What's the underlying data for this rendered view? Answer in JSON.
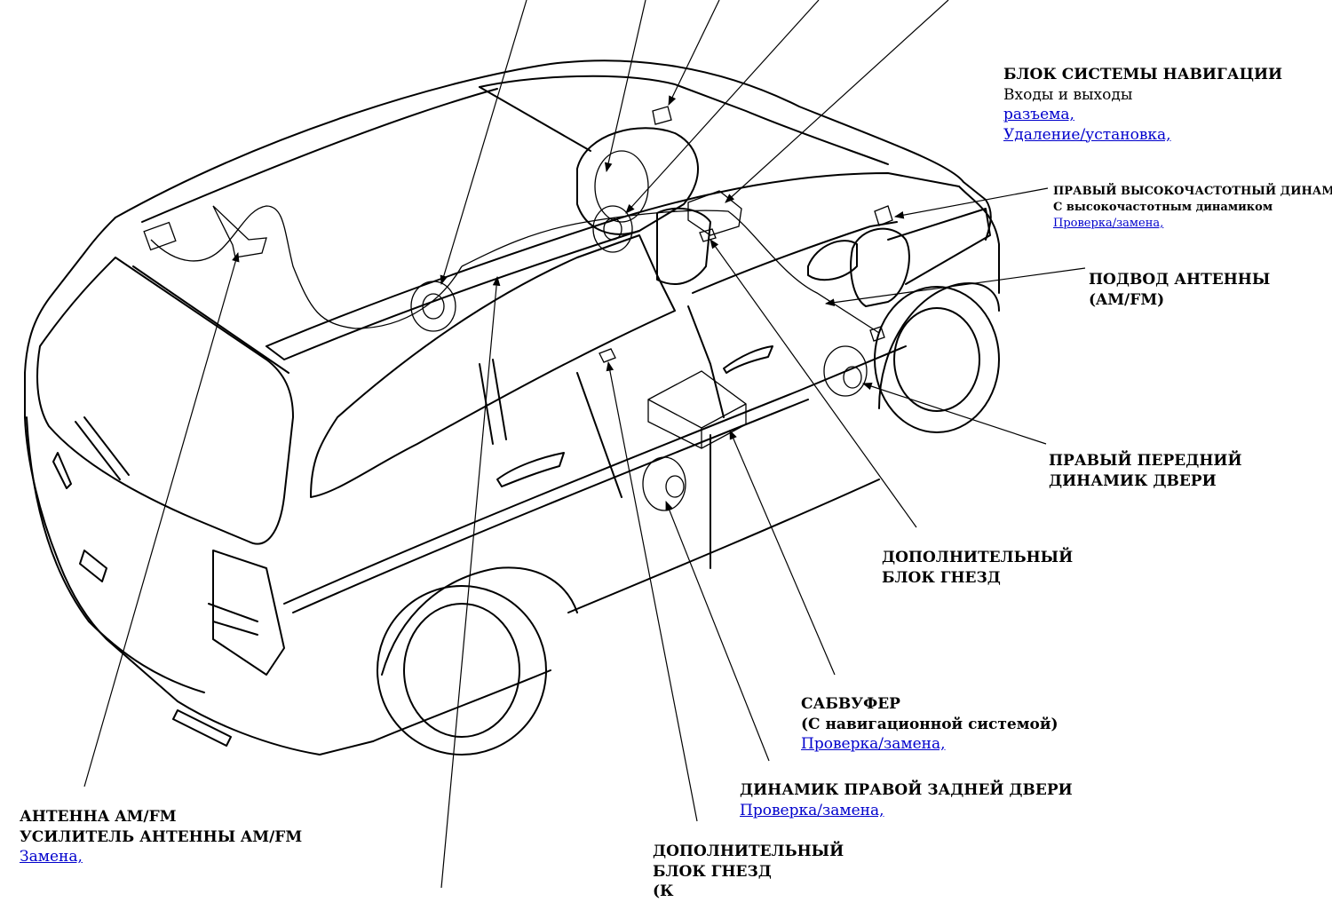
{
  "callouts": {
    "nav_unit": {
      "title": "БЛОК СИСТЕМЫ НАВИГАЦИИ",
      "subtitle": "Входы и выходы",
      "links": [
        "разъема,",
        "Удаление/установка,"
      ]
    },
    "right_tweeter": {
      "title": "ПРАВЫЙ ВЫСОКОЧАСТОТНЫЙ ДИНАМИК",
      "subtitle": "С высокочастотным динамиком",
      "link": "Проверка/замена,"
    },
    "antenna_lead": {
      "line1": "ПОДВОД АНТЕННЫ",
      "line2": "(AM/FM)"
    },
    "right_front_door_speaker": {
      "line1": "ПРАВЫЙ ПЕРЕДНИЙ",
      "line2": "ДИНАМИК ДВЕРИ"
    },
    "aux_jack_front": {
      "line1": "ДОПОЛНИТЕЛЬНЫЙ",
      "line2": "БЛОК ГНЕЗД"
    },
    "subwoofer": {
      "line1": "САБВУФЕР",
      "line2": "(С навигационной системой)",
      "link": "Проверка/замена,"
    },
    "right_rear_door_speaker": {
      "line1": "ДИНАМИК ПРАВОЙ ЗАДНЕЙ ДВЕРИ",
      "link": "Проверка/замена,"
    },
    "aux_jack_rear": {
      "line1": "ДОПОЛНИТЕЛЬНЫЙ",
      "line2": "БЛОК ГНЕЗД",
      "line3": "(К"
    },
    "antenna": {
      "line1": "АНТЕННА AM/FM",
      "line2": "УСИЛИТЕЛЬ АНТЕННЫ AM/FM",
      "link": "Замена,"
    }
  }
}
